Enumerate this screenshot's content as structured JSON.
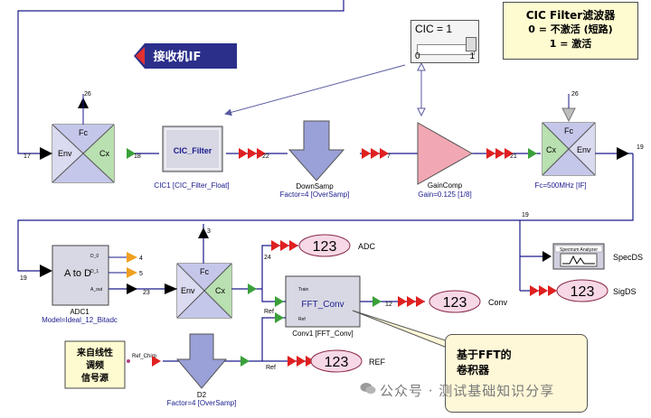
{
  "header": {
    "badge": "接收机IF",
    "info_box": {
      "line1": "CIC Filter滤波器",
      "line2": "0 = 不激活 (短路)",
      "line3": "1 = 激活"
    }
  },
  "cic_control": {
    "label": "CIC = 1",
    "min": "0",
    "max": "1",
    "value": 1
  },
  "blocks": {
    "mixer_left": {
      "fc": "Fc",
      "env": "Env",
      "cx": "Cx",
      "pin_in": "17",
      "pin_out": "18",
      "pin_top": "26"
    },
    "cic_filter": {
      "text": "CIC_Filter",
      "caption": "CIC1 [CIC_Filter_Float]"
    },
    "downsamp": {
      "caption": "DownSamp",
      "param": "Factor=4 [OverSamp]",
      "pin_in": "22",
      "pin_out": "7"
    },
    "gaincomp": {
      "caption": "GainComp",
      "param": "Gain=0.125 [1/8]",
      "pin_out": "21"
    },
    "mixer_right": {
      "fc": "Fc",
      "cx": "Cx",
      "env": "Env",
      "param": "Fc=500MHz [IF]",
      "pin_top": "26",
      "pin_out": "19"
    },
    "adc": {
      "text": "A to D",
      "out1": "D_0",
      "out2": "D_1",
      "out3": "A_out",
      "caption": "ADC1",
      "param": "Model=Ideal_12_Bitadc",
      "pin_in": "19",
      "p4": "4",
      "p5": "5",
      "p23": "23"
    },
    "mixer_mid": {
      "fc": "Fc",
      "env": "Env",
      "cx": "Cx",
      "pin_top": "3"
    },
    "conv": {
      "text": "FFT_Conv",
      "in1": "Train",
      "in2": "Ref",
      "caption": "Conv1 [FFT_Conv]",
      "pin_out": "12"
    },
    "d2": {
      "caption": "D2",
      "param": "Factor=4 [OverSamp]"
    },
    "chirp": {
      "line1": "来自线性",
      "line2": "调频",
      "line3": "信号源",
      "pin": "Ref_Chirp"
    }
  },
  "sinks": {
    "adc": {
      "value": "123",
      "label": "ADC",
      "pin": "24"
    },
    "conv": {
      "value": "123",
      "label": "Conv"
    },
    "ref": {
      "value": "123",
      "label": "REF",
      "pin": "Ref"
    },
    "sigds": {
      "value": "123",
      "label": "SigDS"
    },
    "specds": {
      "label": "SpecDS",
      "analyzer_title": "Spectrum Analyzer"
    }
  },
  "wire_labels": {
    "n19": "19",
    "ref_label": "Ref"
  },
  "callout": {
    "line1": "基于FFT的",
    "line2": "卷积器"
  },
  "watermark": "公众号 · 测试基础知识分享"
}
